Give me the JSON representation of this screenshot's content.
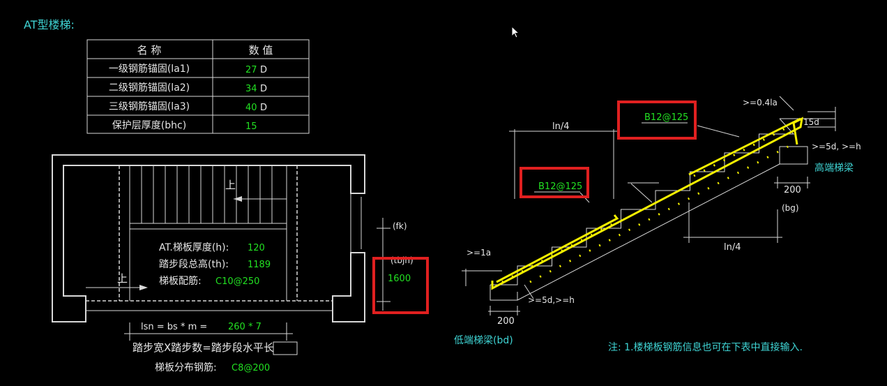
{
  "title": "AT型楼梯:",
  "table": {
    "headers": [
      "名  称",
      "数  值"
    ],
    "rows": [
      {
        "name": "一级钢筋锚固(la1)",
        "value": "27",
        "unit": "D"
      },
      {
        "name": "二级钢筋锚固(la2)",
        "value": "34",
        "unit": "D"
      },
      {
        "name": "三级钢筋锚固(la3)",
        "value": "40",
        "unit": "D"
      },
      {
        "name": "保护层厚度(bhc)",
        "value": "15",
        "unit": ""
      }
    ]
  },
  "plan": {
    "up_label_top": "上",
    "up_label_bottom": "上",
    "thickness_label": "AT.梯板厚度(h):",
    "thickness_value": "120",
    "height_label": "踏步段总高(th):",
    "height_value": "1189",
    "rebar_label": "梯板配筋:",
    "rebar_value": "C10@250",
    "lsn_label": "lsn = bs * m =",
    "lsn_value": "260 * 7",
    "formula": "踏步宽X踏步数=踏步段水平长",
    "dist_label": "梯板分布钢筋:",
    "dist_value": "C8@200",
    "fk_label": "(fk)",
    "tbjh_label": "(tbjh)",
    "tbjh_value": "1600"
  },
  "section": {
    "rebar_top": "B12@125",
    "rebar_bottom": "B12@125",
    "ln4_top": "ln/4",
    "ln4_bottom": "ln/4",
    "anchor_04la": ">=0.4la",
    "d15": "15d",
    "high_hook": ">=5d, >=h",
    "high_beam": "高端梯梁",
    "high_width": "200",
    "bg_label": "(bg)",
    "la_label": ">=1a",
    "low_hook": ">=5d,>=h",
    "low_width": "200",
    "low_beam": "低端梯梁(bd)"
  },
  "note": "注: 1.楼梯板钢筋信息也可在下表中直接输入.",
  "colors": {
    "label": "#e6e6e6",
    "value": "#22e022",
    "accent": "#3fd4d4",
    "highlight": "#e02020",
    "rebar": "#f5f000"
  }
}
